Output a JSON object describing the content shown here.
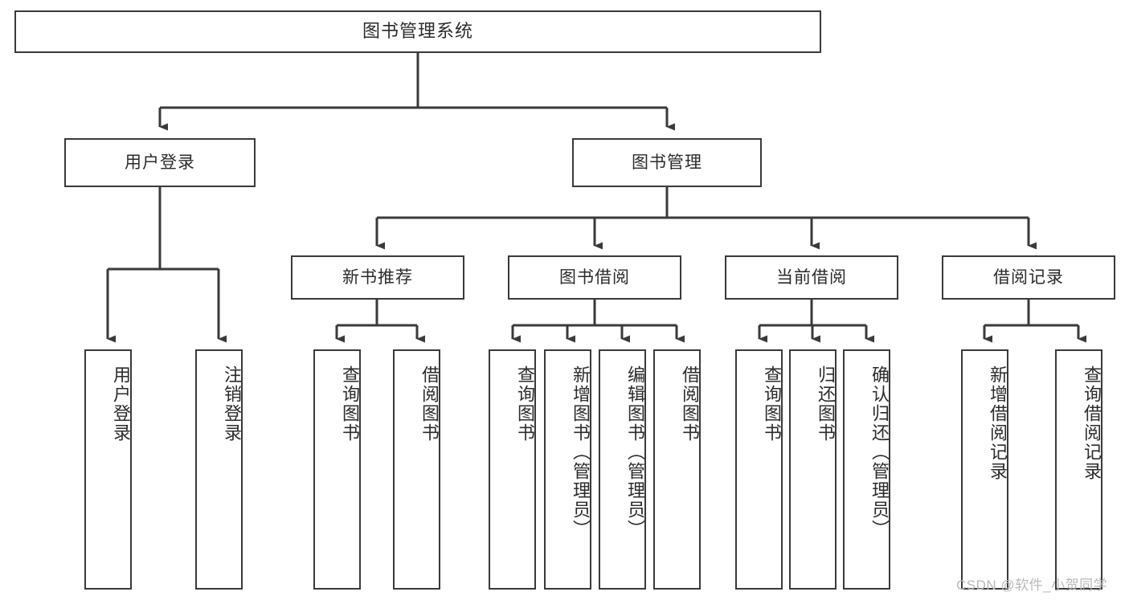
{
  "diagram": {
    "type": "hierarchy-tree",
    "title": "图书管理系统",
    "colors": {
      "box_border": "#3a3a3a",
      "box_fill": "#ffffff",
      "connector": "#3a3a3a",
      "text": "#2b2b2b",
      "watermark": "#b9b9b9"
    },
    "levels": {
      "level1": "系统",
      "level2": "模块",
      "level3": "子模块",
      "level4": "功能"
    }
  },
  "root": {
    "label": "图书管理系统"
  },
  "level2": [
    {
      "id": "user-login",
      "label": "用户登录"
    },
    {
      "id": "book-manage",
      "label": "图书管理"
    }
  ],
  "level3": [
    {
      "id": "new-book-recommend",
      "label": "新书推荐",
      "parent": "book-manage"
    },
    {
      "id": "book-borrow",
      "label": "图书借阅",
      "parent": "book-manage"
    },
    {
      "id": "current-borrow",
      "label": "当前借阅",
      "parent": "book-manage"
    },
    {
      "id": "borrow-record",
      "label": "借阅记录",
      "parent": "book-manage"
    }
  ],
  "leaves": {
    "user_login": [
      {
        "id": "leaf-user-login",
        "label": "用户登录"
      },
      {
        "id": "leaf-user-logout",
        "label": "注销登录"
      }
    ],
    "new_book_recommend": [
      {
        "id": "leaf-query-book-1",
        "label": "查询图书"
      },
      {
        "id": "leaf-borrow-book-1",
        "label": "借阅图书"
      }
    ],
    "book_borrow": [
      {
        "id": "leaf-query-book-2",
        "label": "查询图书"
      },
      {
        "id": "leaf-add-book",
        "label": "新增图书（管理员）"
      },
      {
        "id": "leaf-edit-book",
        "label": "编辑图书（管理员）"
      },
      {
        "id": "leaf-borrow-book-2",
        "label": "借阅图书"
      }
    ],
    "current_borrow": [
      {
        "id": "leaf-query-book-3",
        "label": "查询图书"
      },
      {
        "id": "leaf-return-book",
        "label": "归还图书"
      },
      {
        "id": "leaf-confirm-return",
        "label": "确认归还（管理员）"
      }
    ],
    "borrow_record": [
      {
        "id": "leaf-add-record",
        "label": "新增借阅记录"
      },
      {
        "id": "leaf-query-record",
        "label": "查询借阅记录"
      }
    ]
  },
  "watermark": {
    "text": "CSDN @软件_小贺同学"
  }
}
